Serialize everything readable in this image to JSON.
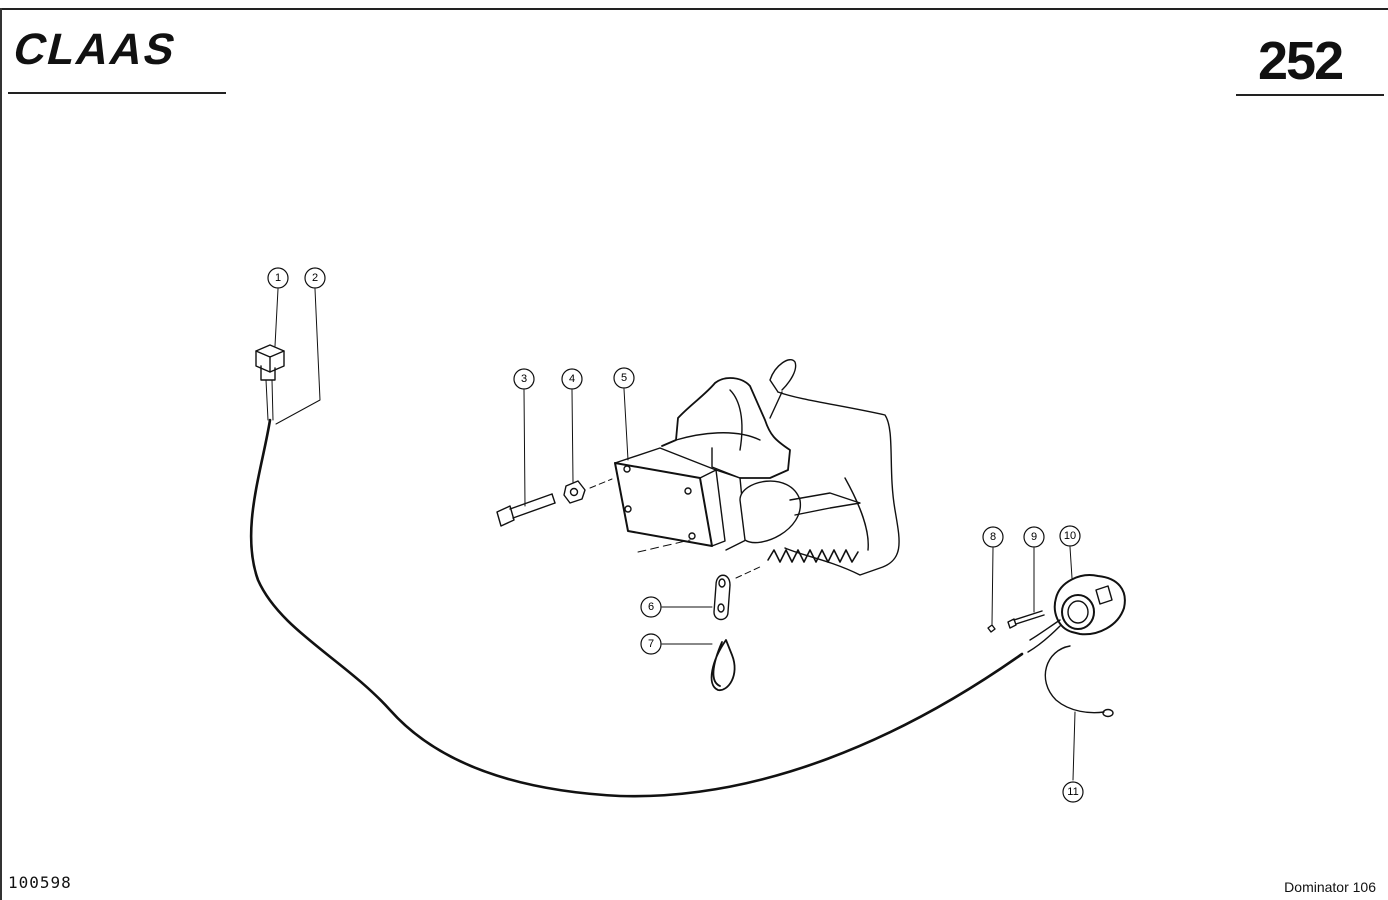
{
  "header": {
    "brand": "CLAAS",
    "page_number": "252"
  },
  "footer": {
    "document_code": "100598",
    "model": "Dominator 106"
  },
  "callouts": [
    "1",
    "2",
    "3",
    "4",
    "5",
    "6",
    "7",
    "8",
    "9",
    "10",
    "11"
  ]
}
